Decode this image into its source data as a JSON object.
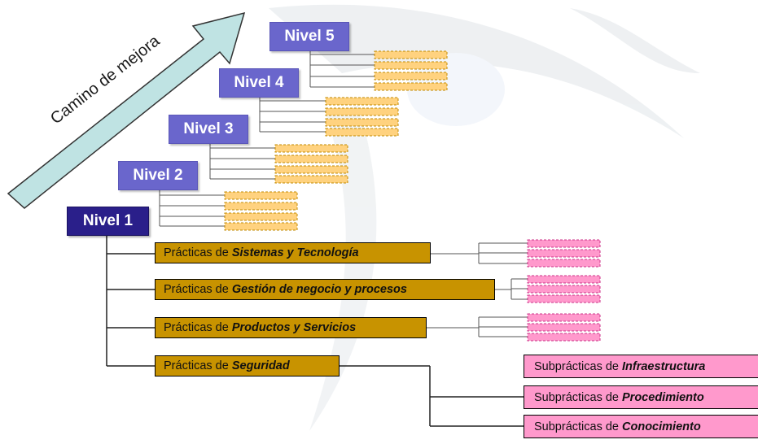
{
  "arrow": {
    "label": "Camino de mejora"
  },
  "levels": [
    {
      "label": "Nivel 1"
    },
    {
      "label": "Nivel 2"
    },
    {
      "label": "Nivel 3"
    },
    {
      "label": "Nivel 4"
    },
    {
      "label": "Nivel 5"
    }
  ],
  "practices": [
    {
      "prefix": "Prácticas de ",
      "name": "Sistemas y Tecnología"
    },
    {
      "prefix": "Prácticas de ",
      "name": "Gestión de negocio y procesos"
    },
    {
      "prefix": "Prácticas de ",
      "name": "Productos y Servicios"
    },
    {
      "prefix": "Prácticas de ",
      "name": "Seguridad"
    }
  ],
  "subpractices": [
    {
      "prefix": "Subprácticas de ",
      "name": "Infraestructura"
    },
    {
      "prefix": "Subprácticas de ",
      "name": "Procedimiento"
    },
    {
      "prefix": "Subprácticas de ",
      "name": "Conocimiento"
    }
  ],
  "colors": {
    "level_box": "#6a66cc",
    "level1_box": "#2a1f8a",
    "practice_box": "#c89300",
    "subpractice_box": "#ff99cc",
    "placeholder_yellow": "#ffd27f",
    "arrow_fill": "#bfe3e3"
  }
}
